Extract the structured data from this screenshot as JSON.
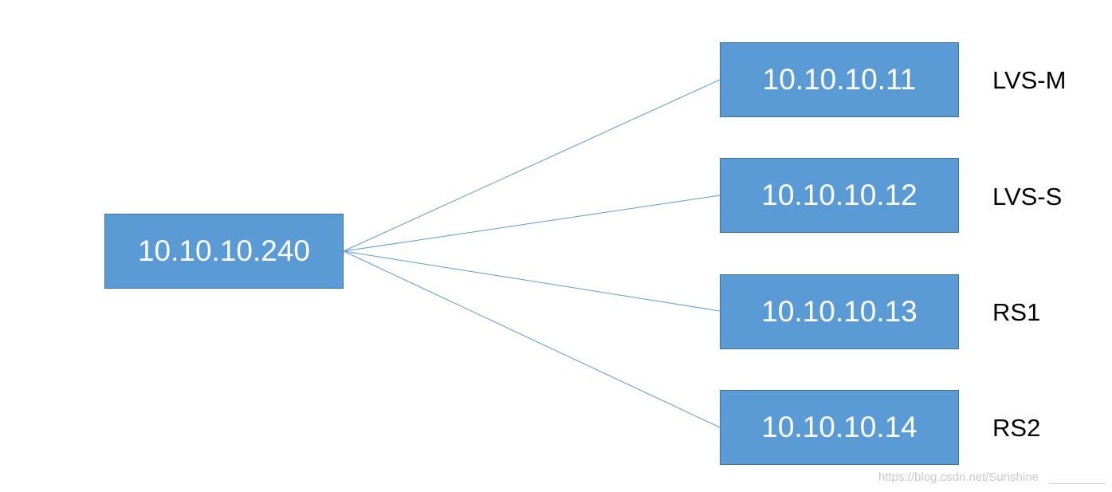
{
  "diagram": {
    "source": {
      "ip": "10.10.10.240"
    },
    "targets": [
      {
        "ip": "10.10.10.11",
        "role": "LVS-M"
      },
      {
        "ip": "10.10.10.12",
        "role": "LVS-S"
      },
      {
        "ip": "10.10.10.13",
        "role": "RS1"
      },
      {
        "ip": "10.10.10.14",
        "role": "RS2"
      }
    ]
  },
  "colors": {
    "node_fill": "#5b9bd5",
    "node_border": "#41719c",
    "link": "#5b9bd5",
    "node_text": "#ffffff"
  },
  "watermark": "https://blog.csdn.net/Sunshine"
}
